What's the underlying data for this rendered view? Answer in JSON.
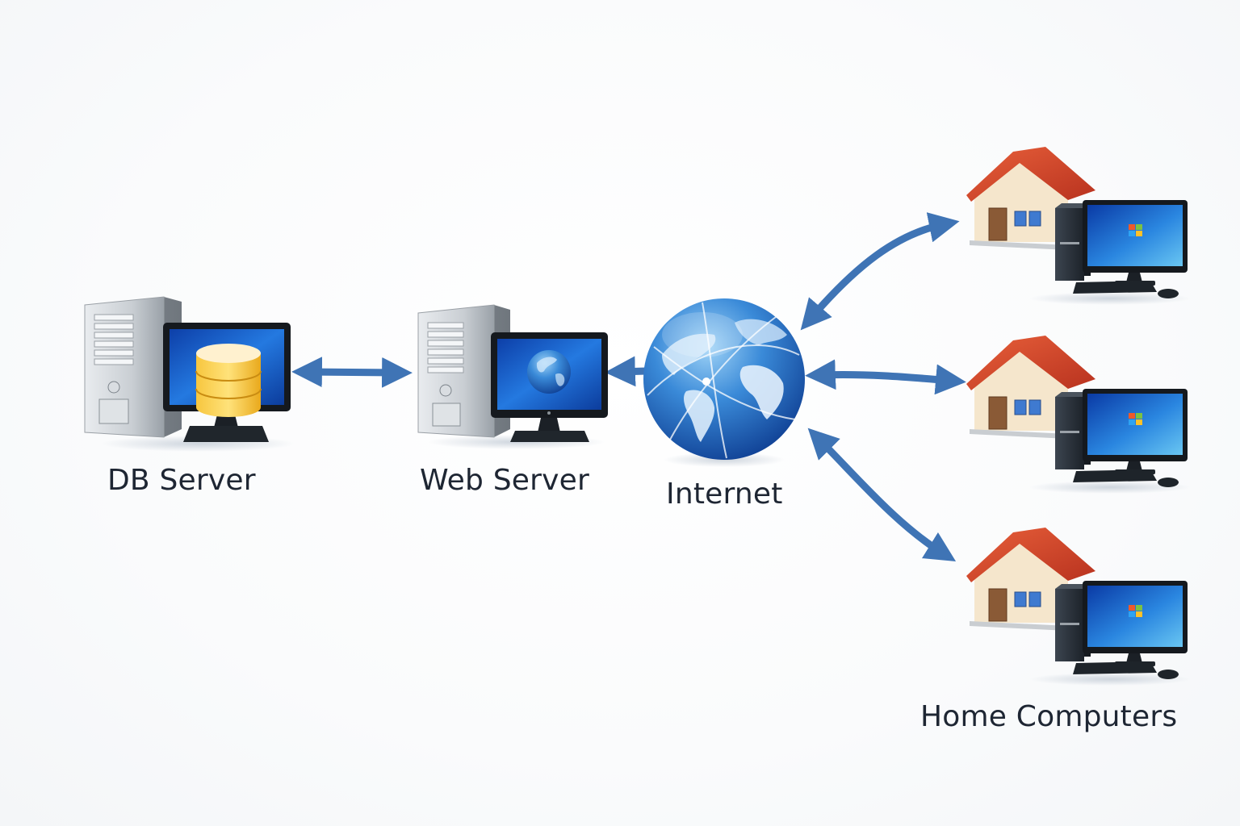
{
  "diagram": {
    "type": "network-topology",
    "nodes": [
      {
        "id": "db_server",
        "label": "DB Server",
        "icon": "server-with-database-monitor"
      },
      {
        "id": "web_server",
        "label": "Web Server",
        "icon": "server-with-globe-monitor"
      },
      {
        "id": "internet",
        "label": "Internet",
        "icon": "globe"
      },
      {
        "id": "home_computer_1",
        "label": "",
        "icon": "house-with-desktop-pc"
      },
      {
        "id": "home_computer_2",
        "label": "",
        "icon": "house-with-desktop-pc"
      },
      {
        "id": "home_computer_3",
        "label": "",
        "icon": "house-with-desktop-pc"
      }
    ],
    "group_label": "Home Computers",
    "edges": [
      {
        "from": "db_server",
        "to": "web_server",
        "direction": "bidirectional"
      },
      {
        "from": "internet",
        "to": "web_server",
        "direction": "unidirectional"
      },
      {
        "from": "internet",
        "to": "home_computer_1",
        "direction": "bidirectional"
      },
      {
        "from": "internet",
        "to": "home_computer_2",
        "direction": "bidirectional"
      },
      {
        "from": "internet",
        "to": "home_computer_3",
        "direction": "bidirectional"
      }
    ]
  },
  "labels": {
    "db_server": "DB Server",
    "web_server": "Web Server",
    "internet": "Internet",
    "home_computers": "Home Computers"
  },
  "colors": {
    "arrow": "#3f74b5",
    "label_text": "#1e2633",
    "roof": "#d2452a",
    "house_wall": "#f5e6cc",
    "screen_blue": "#1a5fc4",
    "database_gold": "#f4b82a"
  }
}
